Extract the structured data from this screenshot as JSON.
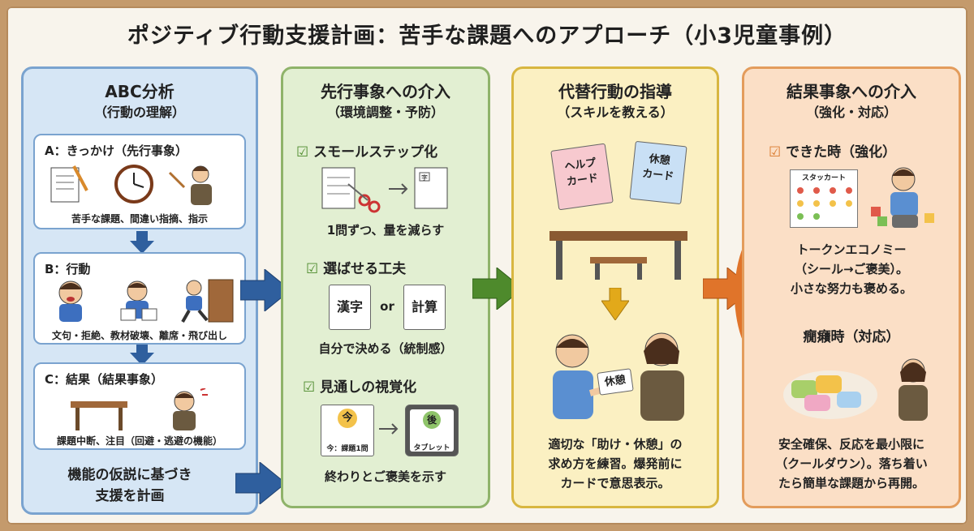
{
  "title": "ポジティブ行動支援計画：苦手な課題へのアプローチ（小3児童事例）",
  "abc": {
    "heading": "ABC分析",
    "subheading": "（行動の理解）",
    "a_label": "A：きっかけ（先行事象）",
    "a_caption": "苦手な課題、間違い指摘、指示",
    "b_label": "B：行動",
    "b_caption": "文句・拒絶、教材破壊、離席・飛び出し",
    "c_label": "C：結果（結果事象）",
    "c_caption": "課題中断、注目（回避・逃避の機能）",
    "footer_line1": "機能の仮説に基づき",
    "footer_line2": "支援を計画"
  },
  "antecedent": {
    "heading": "先行事象への介入",
    "subheading": "（環境調整・予防）",
    "item1_label": "スモールステップ化",
    "item1_caption": "1問ずつ、量を減らす",
    "item2_label": "選ばせる工夫",
    "item2_opt1": "漢字",
    "item2_or": "or",
    "item2_opt2": "計算",
    "item2_caption": "自分で決める（統制感）",
    "item3_label": "見通しの視覚化",
    "item3_now": "今",
    "item3_now_text": "今：課題1問",
    "item3_after": "後",
    "item3_after_text": "タブレット",
    "item3_caption": "終わりとご褒美を示す",
    "worksheet_mark": "字"
  },
  "replacement": {
    "heading": "代替行動の指導",
    "subheading": "（スキルを教える）",
    "help_card": "ヘルプ\nカード",
    "rest_card": "休憩\nカード",
    "hand_card": "休憩",
    "caption_line1": "適切な「助け・休憩」の",
    "caption_line2": "求め方を練習。爆発前に",
    "caption_line3": "カードで意思表示。"
  },
  "consequence": {
    "heading": "結果事象への介入",
    "subheading": "（強化・対応）",
    "item1_label": "できた時（強化）",
    "sticker_chart_title": "スタッカート",
    "item1_line1": "トークンエコノミー",
    "item1_line2": "（シール→ご褒美）。",
    "item1_line3": "小さな努力も褒める。",
    "item2_label": "癇癪時（対応）",
    "item2_line1": "安全確保、反応を最小限に",
    "item2_line2": "（クールダウン）。落ち着い",
    "item2_line3": "たら簡単な課題から再開。"
  },
  "colors": {
    "blue": "#2f5f9e",
    "green": "#4e8a2c",
    "yellow": "#e2a91a",
    "orange": "#e0742a"
  }
}
